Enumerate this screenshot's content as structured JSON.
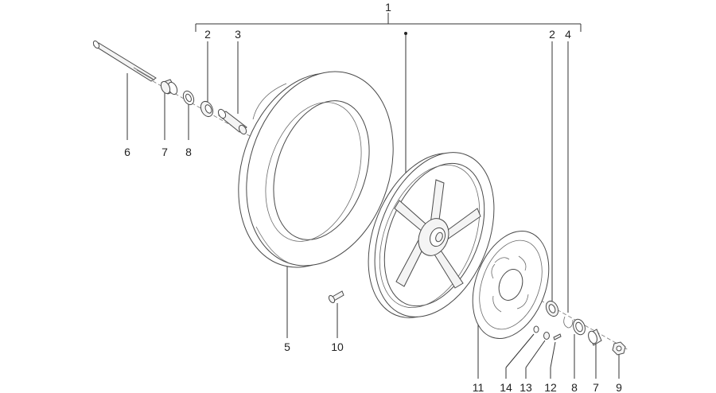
{
  "labels": {
    "l1": "1",
    "l2a": "2",
    "l3": "3",
    "l2b": "2",
    "l4": "4",
    "l6": "6",
    "l7a": "7",
    "l8a": "8",
    "l5": "5",
    "l10": "10",
    "l11": "11",
    "l14": "14",
    "l13": "13",
    "l12": "12",
    "l8b": "8",
    "l7b": "7",
    "l9": "9"
  }
}
